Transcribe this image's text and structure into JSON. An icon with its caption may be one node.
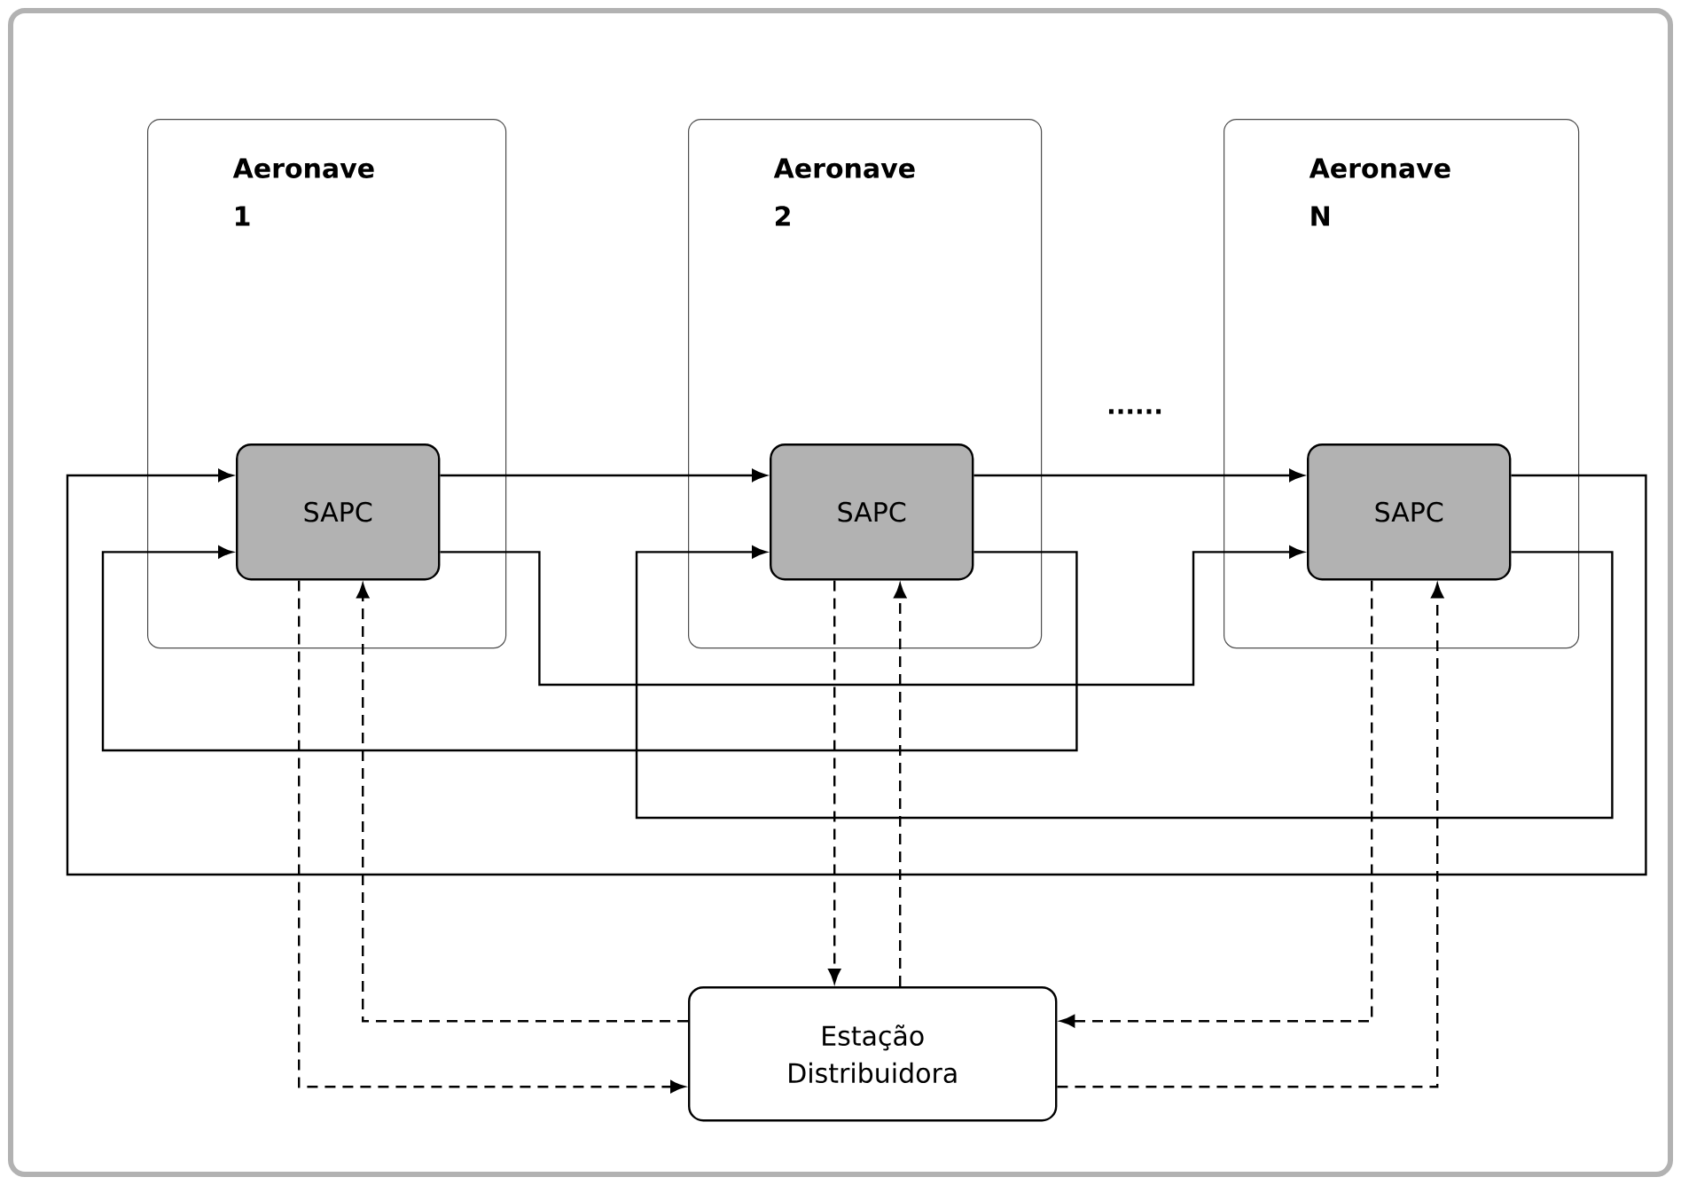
{
  "diagram": {
    "nodes": [
      {
        "text": [
          "Aeronave 1"
        ]
      },
      {
        "text": [
          "SAPC"
        ],
        "in": 0
      },
      {
        "text": [
          "Aeronave 2"
        ]
      },
      {
        "text": [
          "SAPC"
        ],
        "in": 2
      },
      {
        "text": [
          "Aeronave N"
        ]
      },
      {
        "text": [
          "SAPC"
        ],
        "in": 4
      },
      {
        "text": [
          "Estação Distribuidora"
        ]
      }
    ],
    "edges": [
      {
        "from": 1,
        "to": 3,
        "arrow": "to"
      },
      {
        "from": 3,
        "to": 5,
        "arrow": "to"
      },
      {
        "from": 5,
        "to": 1,
        "arrow": "to"
      },
      {
        "from": 1,
        "to": 5,
        "arrow": "to"
      },
      {
        "from": 3,
        "to": 1,
        "arrow": "to"
      },
      {
        "from": 5,
        "to": 3,
        "arrow": "to"
      },
      {
        "from": 1,
        "to": 6,
        "arrow": "to",
        "style": "dashed"
      },
      {
        "from": 6,
        "to": 1,
        "arrow": "to",
        "style": "dashed"
      },
      {
        "from": 3,
        "to": 6,
        "arrow": "to",
        "style": "dashed"
      },
      {
        "from": 6,
        "to": 3,
        "arrow": "to",
        "style": "dashed"
      },
      {
        "from": 5,
        "to": 6,
        "arrow": "to",
        "style": "dashed"
      },
      {
        "from": 6,
        "to": 5,
        "arrow": "to",
        "style": "dashed"
      }
    ],
    "labels": [
      "......"
    ]
  }
}
